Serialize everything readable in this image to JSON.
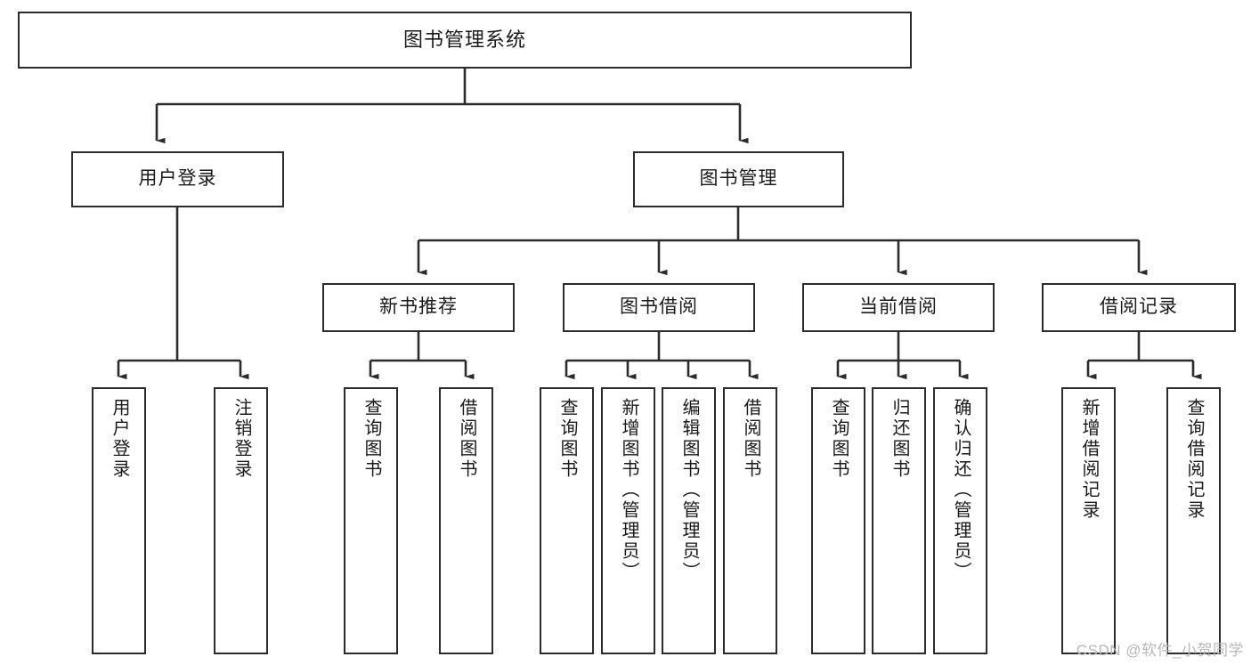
{
  "diagram": {
    "title": "图书管理系统",
    "watermark": "CSDN @软件_小贺同学",
    "line_color": "#2b2b2b",
    "box_fill": "#ffffff",
    "text_color": "#1a1a1a",
    "watermark_color": "#b9b9b9"
  },
  "nodes": {
    "root": {
      "label": "图书管理系统"
    },
    "level1": [
      {
        "label": "用户登录"
      },
      {
        "label": "图书管理"
      }
    ],
    "level2": [
      {
        "label": "新书推荐"
      },
      {
        "label": "图书借阅"
      },
      {
        "label": "当前借阅"
      },
      {
        "label": "借阅记录"
      }
    ],
    "leaves": {
      "user_login": [
        {
          "label": "用户登录"
        },
        {
          "label": "注销登录"
        }
      ],
      "new_book_recommend": [
        {
          "label": "查询图书"
        },
        {
          "label": "借阅图书"
        }
      ],
      "book_borrow": [
        {
          "label": "查询图书"
        },
        {
          "label": "新增图书（管理员）"
        },
        {
          "label": "编辑图书（管理员）"
        },
        {
          "label": "借阅图书"
        }
      ],
      "current_borrow": [
        {
          "label": "查询图书"
        },
        {
          "label": "归还图书"
        },
        {
          "label": "确认归还（管理员）"
        }
      ],
      "borrow_record": [
        {
          "label": "新增借阅记录"
        },
        {
          "label": "查询借阅记录"
        }
      ]
    }
  }
}
